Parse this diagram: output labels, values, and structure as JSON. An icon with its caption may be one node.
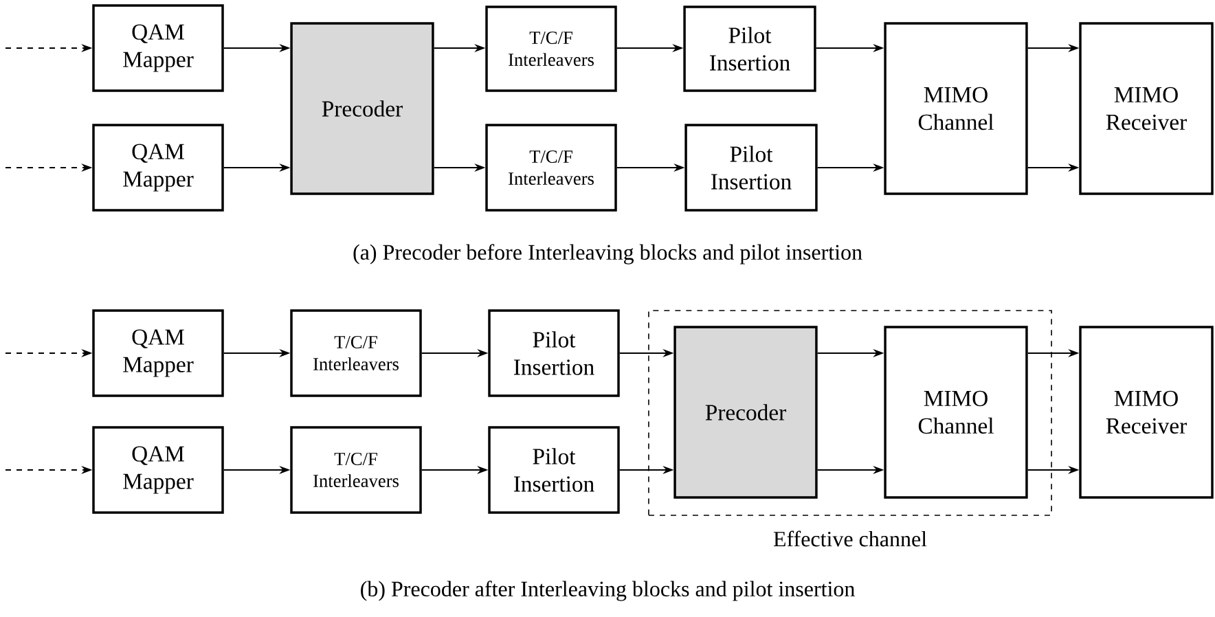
{
  "diagram": {
    "nodes": [
      {
        "text": [
          "QAM Mapper"
        ]
      },
      {
        "text": [
          "QAM Mapper"
        ]
      },
      {
        "text": [
          "Precoder"
        ]
      },
      {
        "text": [
          "T/C/F Interleavers"
        ]
      },
      {
        "text": [
          "T/C/F Interleavers"
        ]
      },
      {
        "text": [
          "Pilot Insertion"
        ]
      },
      {
        "text": [
          "Pilot Insertion"
        ]
      },
      {
        "text": [
          "MIMO Channel"
        ]
      },
      {
        "text": [
          "MIMO Receiver"
        ]
      },
      {
        "text": [
          "QAM Mapper"
        ]
      },
      {
        "text": [
          "QAM Mapper"
        ]
      },
      {
        "text": [
          "T/C/F Interleavers"
        ]
      },
      {
        "text": [
          "T/C/F Interleavers"
        ]
      },
      {
        "text": [
          "Pilot Insertion"
        ]
      },
      {
        "text": [
          "Pilot Insertion"
        ]
      },
      {
        "text": [
          "Effective channel"
        ]
      },
      {
        "text": [
          "Precoder"
        ],
        "in": 15
      },
      {
        "text": [
          "MIMO Channel"
        ],
        "in": 15
      },
      {
        "text": [
          "MIMO Receiver"
        ]
      }
    ],
    "edges": [
      {
        "from": null,
        "to": 0,
        "arrow": "to",
        "style": "dashed"
      },
      {
        "from": null,
        "to": 1,
        "arrow": "to",
        "style": "dashed"
      },
      {
        "from": 0,
        "to": 2,
        "arrow": "to"
      },
      {
        "from": 1,
        "to": 2,
        "arrow": "to"
      },
      {
        "from": 2,
        "to": 3,
        "arrow": "to"
      },
      {
        "from": 2,
        "to": 4,
        "arrow": "to"
      },
      {
        "from": 3,
        "to": 5,
        "arrow": "to"
      },
      {
        "from": 4,
        "to": 6,
        "arrow": "to"
      },
      {
        "from": 5,
        "to": 7,
        "arrow": "to"
      },
      {
        "from": 6,
        "to": 7,
        "arrow": "to"
      },
      {
        "from": 7,
        "to": 8,
        "arrow": "to"
      },
      {
        "from": 7,
        "to": 8,
        "arrow": "to"
      },
      {
        "from": null,
        "to": 9,
        "arrow": "to",
        "style": "dashed"
      },
      {
        "from": null,
        "to": 10,
        "arrow": "to",
        "style": "dashed"
      },
      {
        "from": 9,
        "to": 11,
        "arrow": "to"
      },
      {
        "from": 10,
        "to": 12,
        "arrow": "to"
      },
      {
        "from": 11,
        "to": 13,
        "arrow": "to"
      },
      {
        "from": 12,
        "to": 14,
        "arrow": "to"
      },
      {
        "from": 13,
        "to": 16,
        "arrow": "to"
      },
      {
        "from": 14,
        "to": 16,
        "arrow": "to"
      },
      {
        "from": 16,
        "to": 17,
        "arrow": "to"
      },
      {
        "from": 16,
        "to": 17,
        "arrow": "to"
      },
      {
        "from": 17,
        "to": 18,
        "arrow": "to"
      },
      {
        "from": 17,
        "to": 18,
        "arrow": "to"
      }
    ],
    "labels": [
      "(a) Precoder before Interleaving blocks and pilot insertion",
      "(b) Precoder after Interleaving blocks and pilot insertion"
    ]
  }
}
